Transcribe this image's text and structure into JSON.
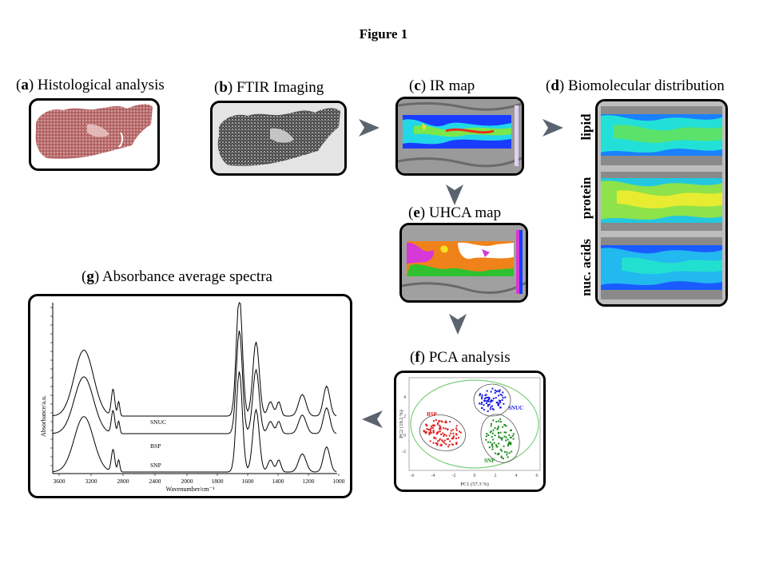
{
  "figure_title": "Figure 1",
  "panels": {
    "a": {
      "letter": "a",
      "label": "Histological analysis"
    },
    "b": {
      "letter": "b",
      "label": "FTIR Imaging"
    },
    "c": {
      "letter": "c",
      "label": "IR map"
    },
    "d": {
      "letter": "d",
      "label": "Biomolecular distribution",
      "rows": [
        "lipid",
        "protein",
        "nuc. acids"
      ]
    },
    "e": {
      "letter": "e",
      "label": "UHCA map"
    },
    "f": {
      "letter": "f",
      "label": "PCA analysis",
      "xlabel": "PC1 (57.3 %)",
      "ylabel": "PC2 (19.2 %)",
      "x_ticks": [
        "-6",
        "-4",
        "-2",
        "0",
        "2",
        "4",
        "6"
      ],
      "y_ticks": [
        "4",
        "2",
        "0",
        "-2"
      ],
      "groups": [
        {
          "name": "BSP",
          "color": "#e02020"
        },
        {
          "name": "SNUC",
          "color": "#1a1ae0"
        },
        {
          "name": "SNP",
          "color": "#1a8a1a"
        }
      ]
    },
    "g": {
      "letter": "g",
      "label": "Absorbance average spectra",
      "xlabel": "Wavenumber/cm⁻¹",
      "ylabel": "Absorbance/a.u.",
      "x_ticks": [
        "3600",
        "3200",
        "2800",
        "2400",
        "2000",
        "1800",
        "1600",
        "1400",
        "1200",
        "1000"
      ],
      "series": [
        "SNUC",
        "BSP",
        "SNP"
      ]
    }
  },
  "colors": {
    "arrow": "#5a6470",
    "tissue_red": "#b86a6a",
    "ellipse_green": "#7ad07a"
  }
}
